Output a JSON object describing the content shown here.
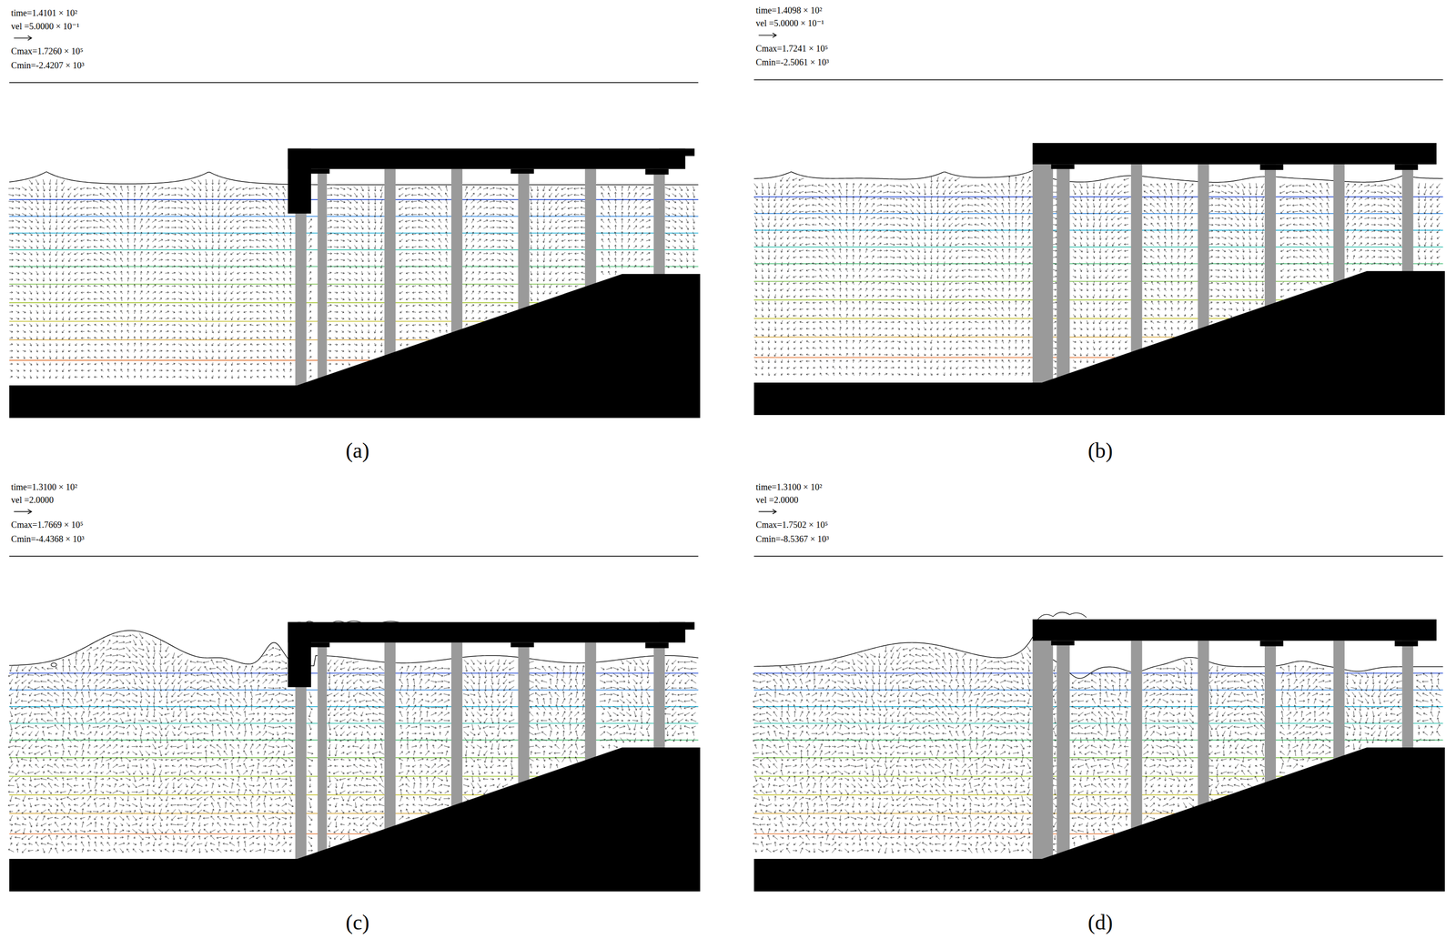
{
  "diagram": {
    "labels": [
      "time=1.4101 × 10²",
      "vel =5.0000 × 10⁻¹",
      "Cmax=1.7260 × 10⁵",
      "Cmin=-2.4207 × 10³",
      "time=1.4098 × 10²",
      "vel =5.0000 × 10⁻¹",
      "Cmax=1.7241 × 10⁵",
      "Cmin=-2.5061 × 10³",
      "time=1.3100 × 10²",
      "vel =2.0000",
      "Cmax=1.7669 × 10⁵",
      "Cmin=-4.4368 × 10³",
      "time=1.3100 × 10²",
      "vel =2.0000",
      "Cmax=1.7502 × 10⁵",
      "Cmin=-8.5367 × 10³",
      "(a)",
      "(b)",
      "(c)",
      "(d)"
    ]
  }
}
